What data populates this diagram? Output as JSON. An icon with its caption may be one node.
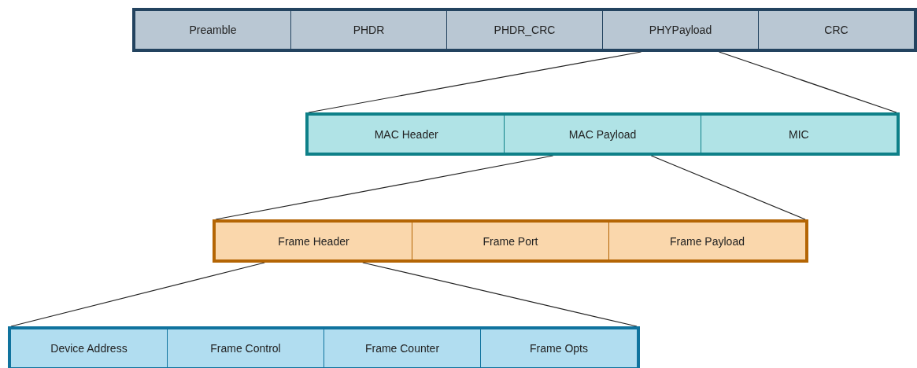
{
  "diagram": {
    "nodes": [
      {
        "text": [],
        "shape": "box"
      },
      {
        "text": [
          "Preamble"
        ],
        "in": 0
      },
      {
        "text": [
          "PHDR"
        ],
        "in": 0
      },
      {
        "text": [
          "PHDR_CRC"
        ],
        "in": 0
      },
      {
        "text": [
          "PHYPayload"
        ],
        "in": 0
      },
      {
        "text": [
          "CRC"
        ],
        "in": 0
      },
      {
        "text": [],
        "shape": "box"
      },
      {
        "text": [
          "MAC Header"
        ],
        "in": 6
      },
      {
        "text": [
          "MAC Payload"
        ],
        "in": 6
      },
      {
        "text": [
          "MIC"
        ],
        "in": 6
      },
      {
        "text": [],
        "shape": "box"
      },
      {
        "text": [
          "Frame Header"
        ],
        "in": 10
      },
      {
        "text": [
          "Frame Port"
        ],
        "in": 10
      },
      {
        "text": [
          "Frame Payload"
        ],
        "in": 10
      },
      {
        "text": [],
        "shape": "box"
      },
      {
        "text": [
          "Device Address"
        ],
        "in": 14
      },
      {
        "text": [
          "Frame Control"
        ],
        "in": 14
      },
      {
        "text": [
          "Frame Counter"
        ],
        "in": 14
      },
      {
        "text": [
          "Frame Opts"
        ],
        "in": 14
      }
    ],
    "edges": [
      {
        "from": 4,
        "to": 6,
        "arrow": "none"
      },
      {
        "from": 4,
        "to": 6,
        "arrow": "none"
      },
      {
        "from": 8,
        "to": 10,
        "arrow": "none"
      },
      {
        "from": 8,
        "to": 10,
        "arrow": "none"
      },
      {
        "from": 11,
        "to": 14,
        "arrow": "none"
      },
      {
        "from": 11,
        "to": 14,
        "arrow": "none"
      }
    ]
  }
}
